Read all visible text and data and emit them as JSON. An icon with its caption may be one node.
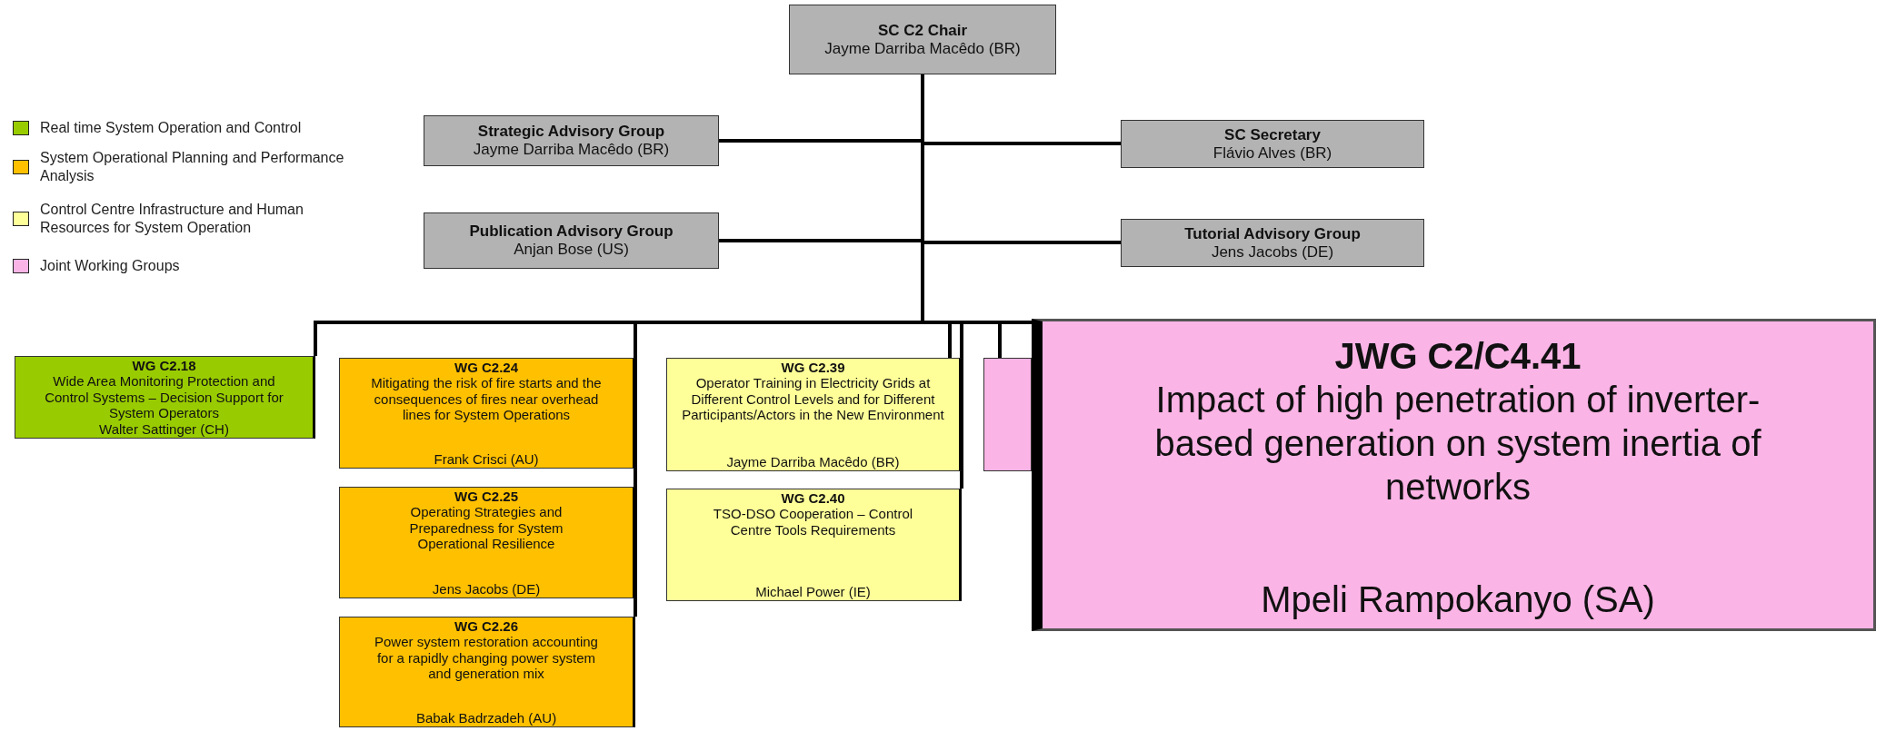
{
  "diagram": {
    "nodes": [
      {
        "text": [
          "SC C2 Chair",
          "Jayme Darriba Macêdo (BR)"
        ]
      },
      {
        "text": [
          "Strategic Advisory Group",
          "Jayme Darriba Macêdo (BR)"
        ]
      },
      {
        "text": [
          "SC Secretary",
          "Flávio Alves (BR)"
        ]
      },
      {
        "text": [
          "Publication Advisory Group",
          "Anjan Bose (US)"
        ]
      },
      {
        "text": [
          "Tutorial Advisory Group",
          "Jens Jacobs (DE)"
        ]
      },
      {
        "text": [
          "WG C2.18",
          "Wide Area Monitoring Protection and Control Systems – Decision Support for System Operators",
          "Walter Sattinger (CH)"
        ]
      },
      {
        "text": [
          "WG C2.24",
          "Mitigating the risk of fire starts and the consequences of fires near overhead lines for System Operations",
          "Frank Crisci (AU)"
        ]
      },
      {
        "text": [
          "WG C2.25",
          "Operating Strategies and Preparedness for System Operational Resilience",
          "Jens Jacobs (DE)"
        ]
      },
      {
        "text": [
          "WG C2.26",
          "Power system restoration accounting for a rapidly changing power system and generation mix",
          "Babak Badrzadeh (AU)"
        ]
      },
      {
        "text": [
          "WG C2.39",
          "Operator Training in Electricity Grids at Different Control Levels and for Different Participants/Actors in the New Environment",
          "Jayme Darriba Macêdo (BR)"
        ]
      },
      {
        "text": [
          "WG C2.40",
          "TSO-DSO Cooperation – Control Centre Tools Requirements",
          "Michael Power (IE)"
        ]
      },
      {
        "text": [],
        "shape": "box"
      },
      {
        "text": [
          "JWG C2/C4.41",
          "Impact of high penetration of inverter-based generation on system inertia of networks",
          "Mpeli Rampokanyo  (SA)"
        ]
      }
    ],
    "edges": [
      {
        "from": 0,
        "to": 1,
        "arrow": "none"
      },
      {
        "from": 0,
        "to": 2,
        "arrow": "none"
      },
      {
        "from": 0,
        "to": 3,
        "arrow": "none"
      },
      {
        "from": 0,
        "to": 4,
        "arrow": "none"
      },
      {
        "from": 0,
        "to": 5,
        "arrow": "none"
      },
      {
        "from": 0,
        "to": 6,
        "arrow": "none"
      },
      {
        "from": 0,
        "to": 7,
        "arrow": "none"
      },
      {
        "from": 0,
        "to": 8,
        "arrow": "none"
      },
      {
        "from": 0,
        "to": 9,
        "arrow": "none"
      },
      {
        "from": 0,
        "to": 10,
        "arrow": "none"
      },
      {
        "from": 0,
        "to": 11,
        "arrow": "none"
      },
      {
        "from": 0,
        "to": 12,
        "arrow": "none"
      }
    ],
    "legend": [
      {
        "text": "Real time System Operation and Control",
        "color": "#99cc00"
      },
      {
        "text": "System Operational Planning and Performance Analysis",
        "color": "#ffc000"
      },
      {
        "text": "Control Centre Infrastructure and Human Resources for System Operation",
        "color": "#ffff99"
      },
      {
        "text": "Joint Working Groups",
        "color": "#fbb4e6"
      }
    ]
  }
}
